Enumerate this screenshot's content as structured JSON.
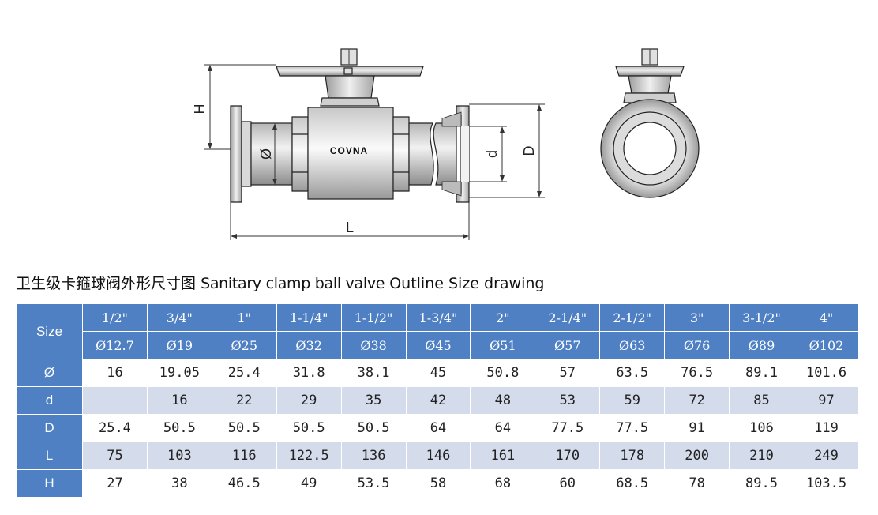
{
  "drawing": {
    "brand": "COVNA",
    "dim_labels": {
      "H": "H",
      "phi": "Ø",
      "d": "d",
      "D": "D",
      "L": "L"
    }
  },
  "title": {
    "cn": "卫生级卡箍球阀外形尺寸图",
    "en_a": "Sanitary clamp ball valve",
    "en_b": "Outline Size drawing"
  },
  "table": {
    "corner": "Size",
    "sizes": [
      "1/2\"",
      "3/4\"",
      "1\"",
      "1-1/4\"",
      "1-1/2\"",
      "1-3/4\"",
      "2\"",
      "2-1/4\"",
      "2-1/2\"",
      "3\"",
      "3-1/2\"",
      "4\""
    ],
    "od": [
      "Ø12.7",
      "Ø19",
      "Ø25",
      "Ø32",
      "Ø38",
      "Ø45",
      "Ø51",
      "Ø57",
      "Ø63",
      "Ø76",
      "Ø89",
      "Ø102"
    ],
    "rows": [
      {
        "label": "Ø",
        "values": [
          "16",
          "19.05",
          "25.4",
          "31.8",
          "38.1",
          "45",
          "50.8",
          "57",
          "63.5",
          "76.5",
          "89.1",
          "101.6"
        ]
      },
      {
        "label": "d",
        "values": [
          "",
          "16",
          "22",
          "29",
          "35",
          "42",
          "48",
          "53",
          "59",
          "72",
          "85",
          "97"
        ]
      },
      {
        "label": "D",
        "values": [
          "25.4",
          "50.5",
          "50.5",
          "50.5",
          "50.5",
          "64",
          "64",
          "77.5",
          "77.5",
          "91",
          "106",
          "119"
        ]
      },
      {
        "label": "L",
        "values": [
          "75",
          "103",
          "116",
          "122.5",
          "136",
          "146",
          "161",
          "170",
          "178",
          "200",
          "210",
          "249"
        ]
      },
      {
        "label": "H",
        "values": [
          "27",
          "38",
          "46.5",
          "49",
          "53.5",
          "58",
          "68",
          "60",
          "68.5",
          "78",
          "89.5",
          "103.5"
        ]
      }
    ]
  }
}
